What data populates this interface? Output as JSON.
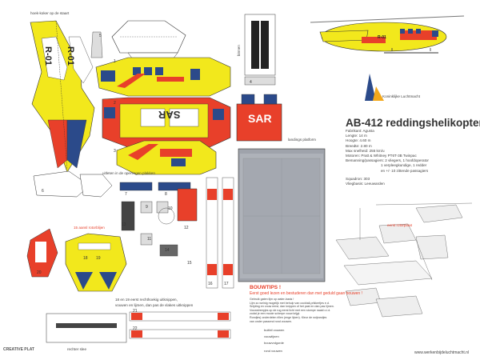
{
  "labels": {
    "tail_boom": "hoek-koker op de staart",
    "landing_platform": "landings platform",
    "cutouts": "uitleten in de openingen plakken",
    "side_label": "15 aansl rotorblijen",
    "fold_note_1": "18 en 19 eerst rechthoekig uitknippen,",
    "fold_note_2": "vouwen en lijmen, dan pas de vlakes uitknippen",
    "rechter_slee": "rechter slee",
    "rear_rotor": "eerst rotorplaat",
    "cockpit": "binnen",
    "website": "www.werkenbijdeluchtmacht.nl",
    "logo": "CREATIVE PLAT",
    "kl_name": "Koninklijke Luchtmacht",
    "sar": "SAR",
    "reg": "R-01",
    "reg_short": "R-01"
  },
  "info": {
    "title": "AB-412 reddingshelikopter",
    "specs": [
      "Fabrikant: Agusta",
      "Lengte: 14 m",
      "Hoogte: 4.60 m",
      "Breedte: 2.80 m",
      "Max snelheid: 255 km/u",
      "Motoren: Pratt & Whitney PT6T-3B Twinpac",
      "Bemanning/passagiers: 2 vliegers, 1 hoofdoperator",
      "1 verpleegkundige, 1 redder",
      "en +/- 10 zittende passagiers",
      "Squadron: 303",
      "Vliegbasis: Leeuwarden"
    ]
  },
  "tips": {
    "title": "BOUWTIPS !",
    "subtitle": "Eerst goed lezen en bestuderen dan met geduld gaan bouwen !",
    "lines": [
      "Gebruik gaten lijm op water-basis !",
      "Lijm zo weinig mogelijk met behulp van cocktail-prikkertjes e.d.",
      "Snijding en vouw eerst, dan knippen of het past en dan pas lijmen.",
      "Vouwstreepjes op de rug eerst licht met een stompe naald o.i.d.",
      "zodat je een mooie scherpe vouw krijgt.",
      "Rondjes) onderdelen rillen (enge lijnen). Kleur de snijrandjes",
      "van onder passend rond vouwen."
    ]
  },
  "legend": {
    "items": [
      "buitbil vouwen",
      "vouwlijnen",
      "bouwvolgorde",
      "rond vouwen"
    ]
  },
  "part_numbers": [
    "1",
    "2",
    "3",
    "4",
    "5",
    "6",
    "7",
    "8",
    "9",
    "10",
    "11",
    "12",
    "13",
    "14",
    "15",
    "16",
    "17",
    "18",
    "19",
    "20",
    "21",
    "22"
  ],
  "colors": {
    "yellow": "#f2e81c",
    "red": "#e8402a",
    "blue": "#2b4a8a",
    "grey": "#9a9a9a"
  }
}
